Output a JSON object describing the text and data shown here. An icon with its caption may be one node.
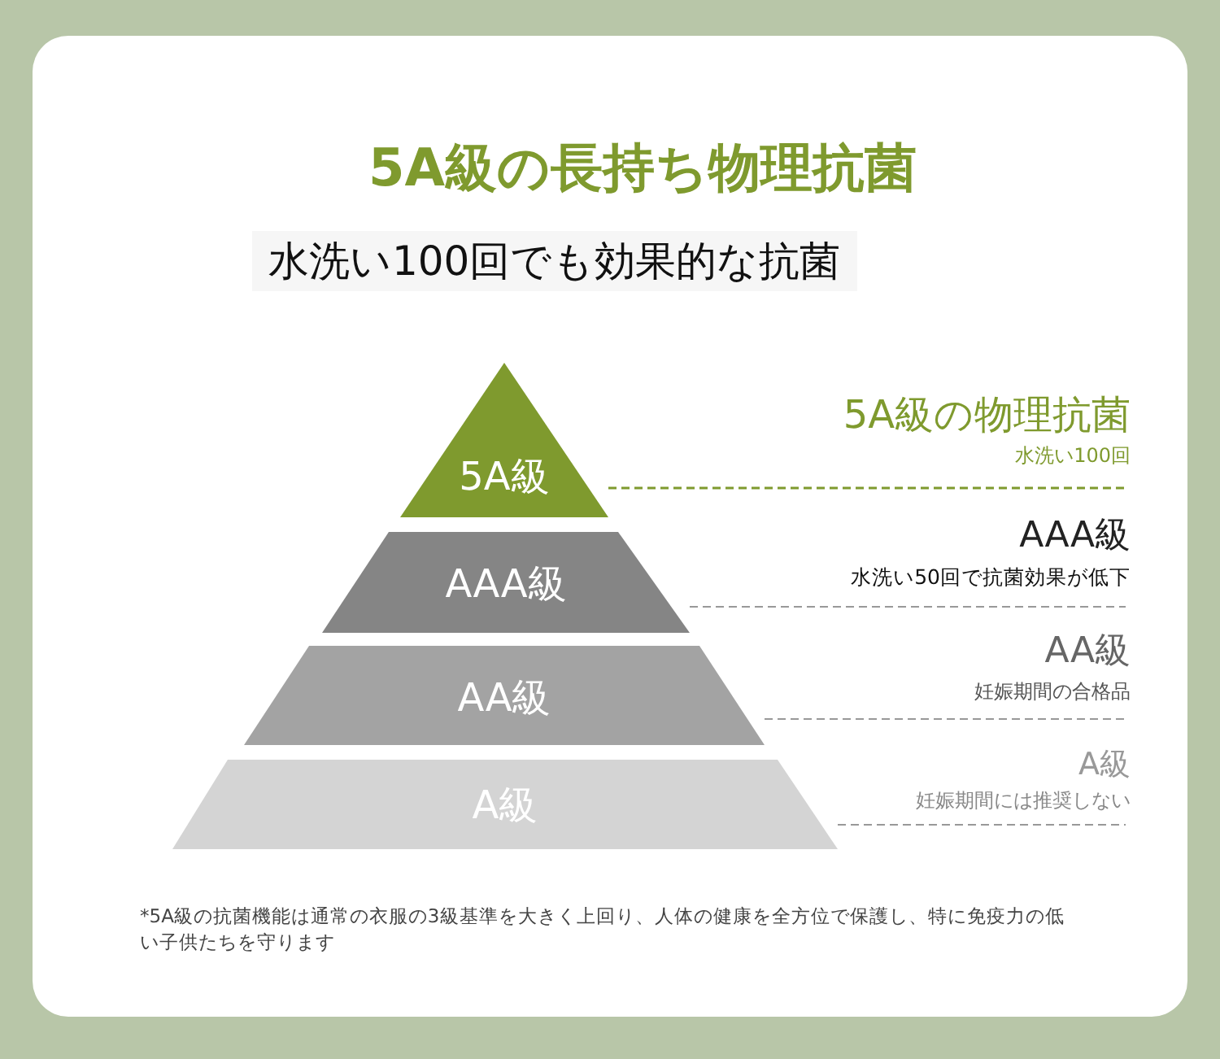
{
  "diagram": {
    "title": "5A級の長持ち物理抗菌",
    "caption": "*5A級の抗菌機能は通常の衣服の3級基準を大きく上回り、人体の健康を全方位で保護し、特に免疫力の低い子供たちを守ります",
    "labels": [
      "水洗い100回でも効果的な抗菌"
    ],
    "nodes": [
      {
        "text": [
          "5A級"
        ]
      },
      {
        "text": [
          "AAA級"
        ]
      },
      {
        "text": [
          "AA級"
        ]
      },
      {
        "text": [
          "A級"
        ]
      },
      {
        "text": [
          "5A級の物理抗菌",
          "水洗い100回"
        ]
      },
      {
        "text": [
          "AAA級",
          "水洗い50回で抗菌効果が低下"
        ]
      },
      {
        "text": [
          "AA級",
          "妊娠期間の合格品"
        ]
      },
      {
        "text": [
          "A級",
          "妊娠期間には推奨しない"
        ]
      }
    ],
    "edges": [
      {
        "from": 0,
        "to": 4,
        "arrow": "none",
        "style": "dashed",
        "color": "#7f9a2e"
      },
      {
        "from": 1,
        "to": 5,
        "arrow": "none",
        "style": "dashed"
      },
      {
        "from": 2,
        "to": 6,
        "arrow": "none",
        "style": "dashed"
      },
      {
        "from": 3,
        "to": 7,
        "arrow": "none",
        "style": "dashed"
      }
    ]
  }
}
